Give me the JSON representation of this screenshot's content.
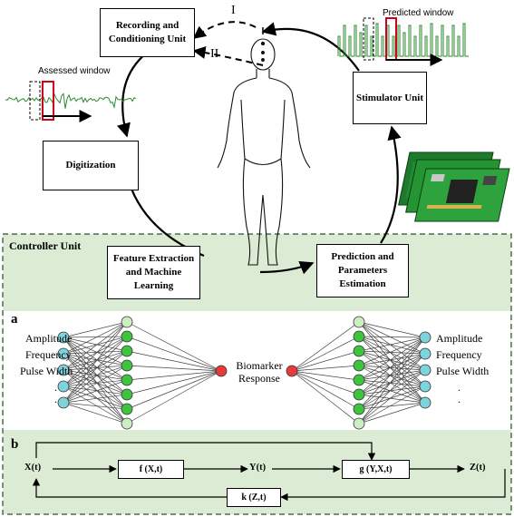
{
  "top": {
    "recording_box": "Recording and Conditioning  Unit",
    "digitization_box": "Digitization",
    "stimulator_box": "Stimulator  Unit",
    "path_labels": [
      "I",
      "II"
    ],
    "assessed_window_label": "Assessed window",
    "predicted_window_label": "Predicted window"
  },
  "controller": {
    "title": "Controller Unit",
    "feature_box": "Feature Extraction and Machine Learning",
    "prediction_box": "Prediction and Parameters Estimation"
  },
  "panel_a": {
    "letter": "a",
    "left_inputs": [
      "Amplitude",
      "Frequency",
      "Pulse Width",
      ".",
      "."
    ],
    "right_outputs": [
      "Amplitude",
      "Frequency",
      "Pulse Width",
      ".",
      "."
    ],
    "center_label": "Biomarker Response"
  },
  "panel_b": {
    "letter": "b",
    "xt": "X(t)",
    "f_box": "f (X,t)",
    "yt": "Y(t)",
    "g_box": "g (Y,X,t)",
    "zt": "Z(t)",
    "k_box": "k (Z,t)"
  },
  "colors": {
    "controller_bg": "#dcebd3",
    "panel_b_bg": "#dcebd3",
    "dash_border": "#2f4f2f",
    "input_node": "#7fd3dc",
    "hidden_node_green": "#3ec43e",
    "hidden_node_light": "#cdeec0",
    "center_node": "#e53b3b",
    "signal_green": "#2f8a2f",
    "window_red": "#d0021b"
  }
}
